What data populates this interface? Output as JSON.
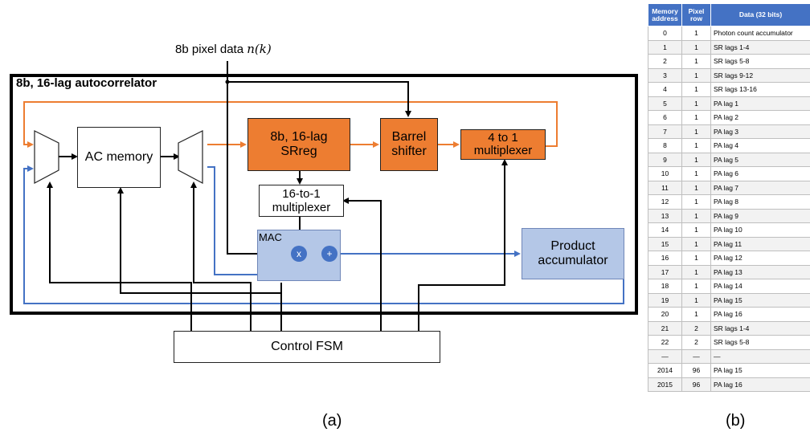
{
  "figure_a": {
    "panel_label": "(a)",
    "title": "8b, 16-lag autocorrelator",
    "input_label": "8b pixel data",
    "input_symbol": "n(k)",
    "blocks": {
      "ac_memory": "AC memory",
      "sreg_line1": "8b, 16-lag",
      "sreg_line2": "SRreg",
      "barrel_line1": "Barrel",
      "barrel_line2": "shifter",
      "mux4_line1": "4 to 1",
      "mux4_line2": "multiplexer",
      "mux16_line1": "16-to-1",
      "mux16_line2": "multiplexer",
      "mac": "MAC",
      "mult_op": "x",
      "add_op": "+",
      "product_line1": "Product",
      "product_line2": "accumulator",
      "control_fsm": "Control FSM"
    },
    "colors": {
      "orange": "#ed7d31",
      "blue": "#4472c4",
      "light_blue": "#b4c7e7"
    }
  },
  "figure_b": {
    "panel_label": "(b)",
    "headers": {
      "address": "Memory address",
      "row": "Pixel row",
      "data": "Data (32 bits)"
    },
    "rows": [
      [
        "0",
        "1",
        "Photon count accumulator"
      ],
      [
        "1",
        "1",
        "SR lags 1-4"
      ],
      [
        "2",
        "1",
        "SR lags 5-8"
      ],
      [
        "3",
        "1",
        "SR lags 9-12"
      ],
      [
        "4",
        "1",
        "SR lags 13-16"
      ],
      [
        "5",
        "1",
        "PA lag 1"
      ],
      [
        "6",
        "1",
        "PA lag 2"
      ],
      [
        "7",
        "1",
        "PA lag 3"
      ],
      [
        "8",
        "1",
        "PA lag 4"
      ],
      [
        "9",
        "1",
        "PA lag 5"
      ],
      [
        "10",
        "1",
        "PA lag 6"
      ],
      [
        "11",
        "1",
        "PA lag 7"
      ],
      [
        "12",
        "1",
        "PA lag 8"
      ],
      [
        "13",
        "1",
        "PA lag 9"
      ],
      [
        "14",
        "1",
        "PA lag 10"
      ],
      [
        "15",
        "1",
        "PA lag 11"
      ],
      [
        "16",
        "1",
        "PA lag 12"
      ],
      [
        "17",
        "1",
        "PA lag 13"
      ],
      [
        "18",
        "1",
        "PA lag 14"
      ],
      [
        "19",
        "1",
        "PA lag 15"
      ],
      [
        "20",
        "1",
        "PA lag 16"
      ],
      [
        "21",
        "2",
        "SR lags 1-4"
      ],
      [
        "22",
        "2",
        "SR lags 5-8"
      ],
      [
        "—",
        "—",
        "—"
      ],
      [
        "2014",
        "96",
        "PA lag 15"
      ],
      [
        "2015",
        "96",
        "PA lag 16"
      ]
    ]
  }
}
